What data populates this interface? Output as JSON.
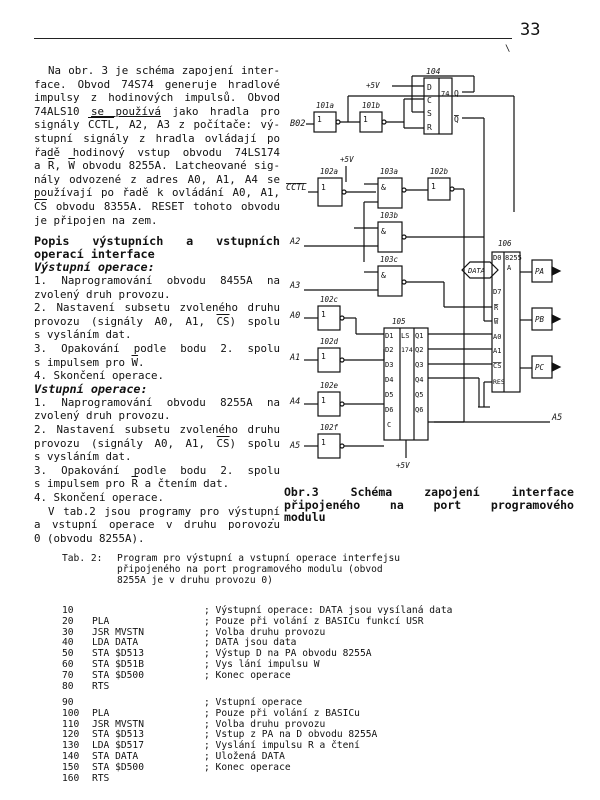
{
  "header": {
    "page_number": "33",
    "tick": "\\"
  },
  "intro": {
    "l1": "Na obr. 3 je schéma zapojení inter-",
    "l2": "face. Obvod 74S74 generuje hradlové",
    "l3": "impulsy z hodinových impulsů. Obvod",
    "l4a": "74ALS10",
    "l4b": "se používá",
    "l4c": "jako hradla pro",
    "l5a": "signály",
    "l5b": "CCTL",
    "l5c": ", A2, A3 z počítače: vý-",
    "l6": "stupní signály z hradla ovládají po",
    "l7": "řadě hodinový vstup obvodu 74LS174",
    "l8a": "a",
    "l8b": "R",
    "l8c": ",",
    "l8d": "W",
    "l8e": "obvodu 8255A. Latcheované sig-",
    "l9": "nály odvozené z adres A0, A1, A4 se",
    "l10": "používají po řadě k ovládání A0, A1,",
    "l11a": "CS",
    "l11b": "obvodu 8355A. RESET tohoto obvodu",
    "l12": "je připojen na zem."
  },
  "section": {
    "heading1": "Popis výstupních a vstupních",
    "heading2": "operací interface",
    "out_title": "Výstupní operace:",
    "out_1a": "1. Naprogramování obvodu 8455A na",
    "out_1b": "zvolený druh provozu.",
    "out_2a": "2. Nastavení subsetu zvoleného druhu",
    "out_2b": "provozu (signály A0, A1,",
    "out_2c": "CS",
    "out_2d": ") spolu",
    "out_2e": "s vysláním dat.",
    "out_3a": "3. Opakování podle bodu 2. spolu",
    "out_3b": "s impulsem pro",
    "out_3c": "W",
    "out_3d": ".",
    "out_4": "4. Skončení operace.",
    "in_title": "Vstupní operace:",
    "in_1a": "1. Naprogramování obvodu 8255A na",
    "in_1b": "zvolený druh provozu.",
    "in_2a": "2. Nastavení subsetu zvoleného druhu",
    "in_2b": "provozu (signály A0, A1,",
    "in_2c": "CS",
    "in_2d": ") spolu",
    "in_2e": "s vysláním dat.",
    "in_3a": "3. Opakování podle bodu 2. spolu",
    "in_3b": "s impulsem pro",
    "in_3c": "R",
    "in_3d": "a čtením dat.",
    "in_4": "4. Skončení operace.",
    "tail1": "V tab.2 jsou programy pro výstupní",
    "tail2": "a vstupní operace v druhu porovozu",
    "tail3": "0 (obvodu 8255A)."
  },
  "caption": {
    "w1": "Obr.3",
    "w2": "Schéma",
    "w3": "zapojení",
    "w4": "interface",
    "w5": "připojeného",
    "w6": "na",
    "w7": "port",
    "w8": "programového",
    "w9": "modulu",
    "dot": "."
  },
  "table": {
    "label": "Tab. 2:",
    "t1": "Program pro výstupní a vstupní operace interfejsu",
    "t2": "připojeného na port programového modulu (obvod",
    "t3": "8255A je v druhu provozu 0)"
  },
  "program_out": [
    {
      "n": "10",
      "code": "",
      "cm": "; Výstupní operace: DATA jsou vysílaná data"
    },
    {
      "n": "20",
      "code": "PLA",
      "cm": "; Pouze při volání z BASICu funkcí USR"
    },
    {
      "n": "30",
      "code": "JSR MVSTN",
      "cm": "; Volba druhu provozu"
    },
    {
      "n": "40",
      "code": "LDA DATA",
      "cm": "; DATA jsou data"
    },
    {
      "n": "50",
      "code": "STA $D513",
      "cm": "; Výstup D na PA obvodu 8255A"
    },
    {
      "n": "60",
      "code": "STA $D51B",
      "cm": "; Vys lání impulsu W"
    },
    {
      "n": "70",
      "code": "STA $D500",
      "cm": "; Konec operace"
    },
    {
      "n": "80",
      "code": "RTS",
      "cm": ""
    }
  ],
  "program_in": [
    {
      "n": "90",
      "code": "",
      "cm": "; Vstupní operace"
    },
    {
      "n": "100",
      "code": "PLA",
      "cm": "; Pouze při volání z BASICu"
    },
    {
      "n": "110",
      "code": "JSR MVSTN",
      "cm": "; Volba druhu provozu"
    },
    {
      "n": "120",
      "code": "STA $D513",
      "cm": "; Vstup z PA na D obvodu 8255A"
    },
    {
      "n": "130",
      "code": "LDA $D517",
      "cm": "; Vyslání impulsu R a čtení"
    },
    {
      "n": "140",
      "code": "STA DATA",
      "cm": "; Uložená DATA"
    },
    {
      "n": "150",
      "code": "STA $D500",
      "cm": "; Konec operace"
    },
    {
      "n": "160",
      "code": "RTS",
      "cm": ""
    }
  ],
  "schematic": {
    "chip_104": "104",
    "pin_d": "D",
    "pin_c": "C",
    "pin_s": "S",
    "pin_r": "R",
    "pin_q": "Q",
    "pin_qn": "Q",
    "chip_74": "74",
    "plus5": "+5V",
    "g101a": "101a",
    "g101b": "101b",
    "one": "1",
    "in_b02": "B02",
    "in_cctl": "CCTL",
    "in_a2": "A2",
    "in_a3": "A3",
    "in_a0": "A0",
    "in_a1": "A1",
    "in_a4": "A4",
    "in_a5": "A5",
    "g102a": "102a",
    "g102b": "102b",
    "g103a": "103a",
    "g103b": "103b",
    "g103c": "103c",
    "amp": "&",
    "g102c": "102c",
    "g102d": "102d",
    "g102e": "102e",
    "g102f": "102f",
    "chip_105": "105",
    "ls": "LS",
    "n174": "174",
    "d1": "D1",
    "d2": "D2",
    "d3": "D3",
    "d4": "D4",
    "d5": "D5",
    "d6": "D6",
    "q1": "Q1",
    "q2": "Q2",
    "q3": "Q3",
    "q4": "Q4",
    "q5": "Q5",
    "q6": "Q6",
    "chip_106": "106",
    "n8255": "8255",
    "pa_letter": "A",
    "d0": "D0",
    "d7": "D7",
    "rd": "R",
    "wr": "W",
    "a0p": "A0",
    "a1p": "A1",
    "cs": "CS",
    "res": "RES",
    "data": "DATA",
    "pa": "PA",
    "pb": "PB",
    "pc": "PC",
    "out_a5": "A5",
    "c_in": "C"
  }
}
